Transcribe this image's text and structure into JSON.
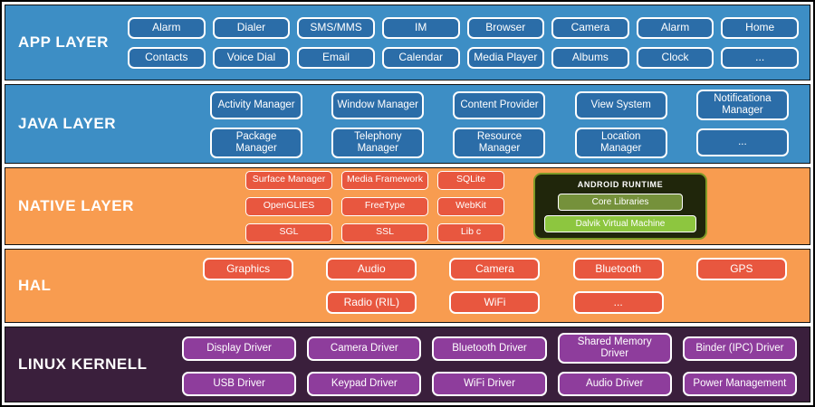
{
  "colors": {
    "blue_band": "#3D8EC5",
    "blue_box": "#2B6DA8",
    "orange_band": "#F89C50",
    "orange_box": "#E8573F",
    "purple_band": "#3A1F3C",
    "purple_box": "#8E3D9C",
    "runtime_bg": "#20260B",
    "runtime_border": "#7E9A27",
    "core_lib_box": "#75913B",
    "dalvik_box": "#8DC63F"
  },
  "layers": {
    "app": {
      "label": "APP LAYER",
      "rows": [
        [
          "Alarm",
          "Dialer",
          "SMS/MMS",
          "IM",
          "Browser",
          "Camera",
          "Alarm",
          "Home"
        ],
        [
          "Contacts",
          "Voice Dial",
          "Email",
          "Calendar",
          "Media Player",
          "Albums",
          "Clock",
          "..."
        ]
      ]
    },
    "java": {
      "label": "JAVA LAYER",
      "rows": [
        [
          "Activity Manager",
          "Window Manager",
          "Content Provider",
          "View System",
          "Notificationa Manager"
        ],
        [
          "Package Manager",
          "Telephony Manager",
          "Resource Manager",
          "Location Manager",
          "..."
        ]
      ]
    },
    "native": {
      "label": "NATIVE LAYER",
      "rows": [
        [
          "Surface Manager",
          "Media Framework",
          "SQLite"
        ],
        [
          "OpenGLIES",
          "FreeType",
          "WebKit"
        ],
        [
          "SGL",
          "SSL",
          "Lib c"
        ]
      ],
      "runtime": {
        "title": "Android Runtime",
        "items": [
          "Core Libraries",
          "Dalvik Virtual Machine"
        ]
      }
    },
    "hal": {
      "label": "HAL",
      "rows": [
        [
          "Graphics",
          "Audio",
          "Camera",
          "Bluetooth",
          "GPS"
        ],
        [
          "",
          "Radio (RIL)",
          "WiFi",
          "...",
          ""
        ]
      ]
    },
    "kernel": {
      "label": "LINUX KERNELL",
      "rows": [
        [
          "Display Driver",
          "Camera Driver",
          "Bluetooth Driver",
          "Shared Memory Driver",
          "Binder (IPC) Driver"
        ],
        [
          "USB Driver",
          "Keypad Driver",
          "WiFi Driver",
          "Audio Driver",
          "Power Management"
        ]
      ]
    }
  }
}
